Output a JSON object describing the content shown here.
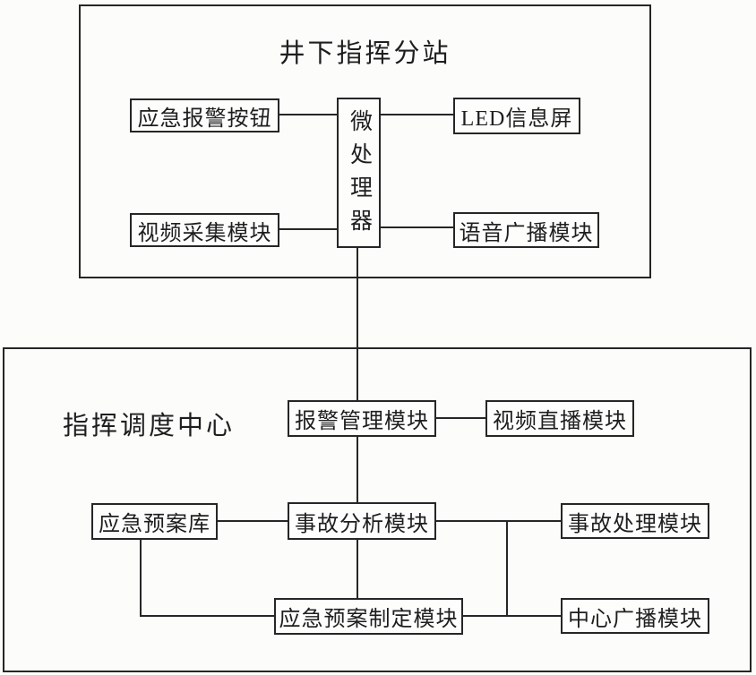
{
  "page": {
    "background": "#fcfcfb",
    "line_color": "#262626"
  },
  "sections": {
    "substation": {
      "title": "井下指挥分站"
    },
    "dispatch_center": {
      "title": "指挥调度中心"
    }
  },
  "nodes": {
    "emergency_alarm_button": "应急报警按钮",
    "video_capture_module": "视频采集模块",
    "microprocessor": "微处理器",
    "led_info_screen": "LED信息屏",
    "voice_broadcast_module": "语音广播模块",
    "alarm_management_module": "报警管理模块",
    "video_live_module": "视频直播模块",
    "emergency_plan_library": "应急预案库",
    "accident_analysis_module": "事故分析模块",
    "accident_handling_module": "事故处理模块",
    "emergency_plan_formulation_module": "应急预案制定模块",
    "center_broadcast_module": "中心广播模块"
  }
}
